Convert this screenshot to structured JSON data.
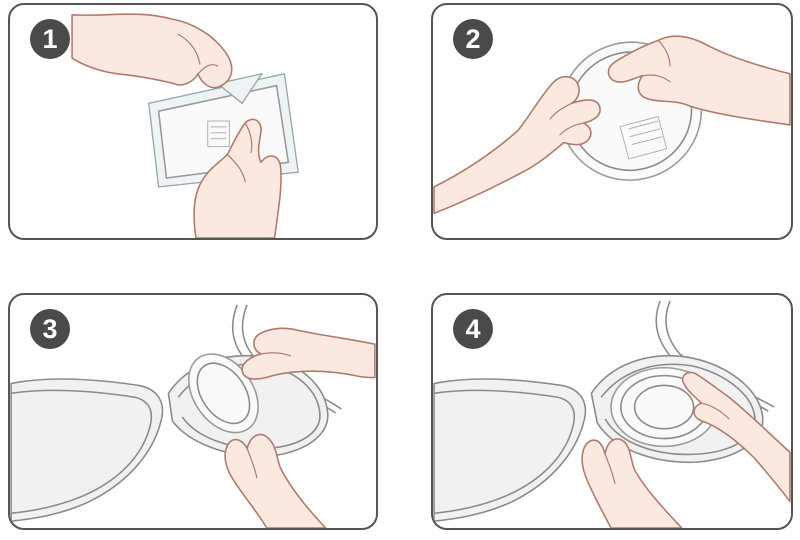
{
  "steps": [
    {
      "number": "1",
      "action": "open-package"
    },
    {
      "number": "2",
      "action": "peel-backing"
    },
    {
      "number": "3",
      "action": "place-pad-in-cup"
    },
    {
      "number": "4",
      "action": "press-pad-flat"
    }
  ],
  "colors": {
    "badge": "#4a4a4a",
    "panel_border": "#555555",
    "skin": "#fbe9e1",
    "skin_outline": "#b07a6b",
    "garment": "#f1f1f1",
    "garment_outline": "#8a8a8a"
  }
}
